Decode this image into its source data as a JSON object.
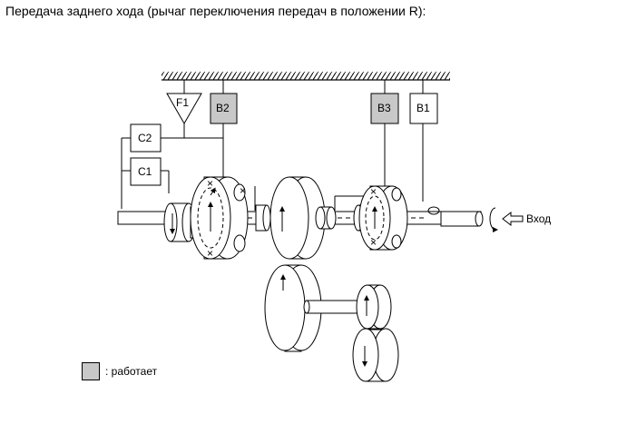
{
  "title": "Передача заднего хода (рычаг переключения передач в положении R):",
  "labels": {
    "f1": "F1",
    "b2": "B2",
    "b3": "B3",
    "b1": "B1",
    "c2": "C2",
    "c1": "C1",
    "input": "Вход"
  },
  "active_elements": [
    "B2",
    "B3"
  ],
  "legend": {
    "text": ": работает"
  },
  "colors": {
    "active": "#c8c8c8",
    "inactive": "#ffffff",
    "line": "#000000"
  }
}
